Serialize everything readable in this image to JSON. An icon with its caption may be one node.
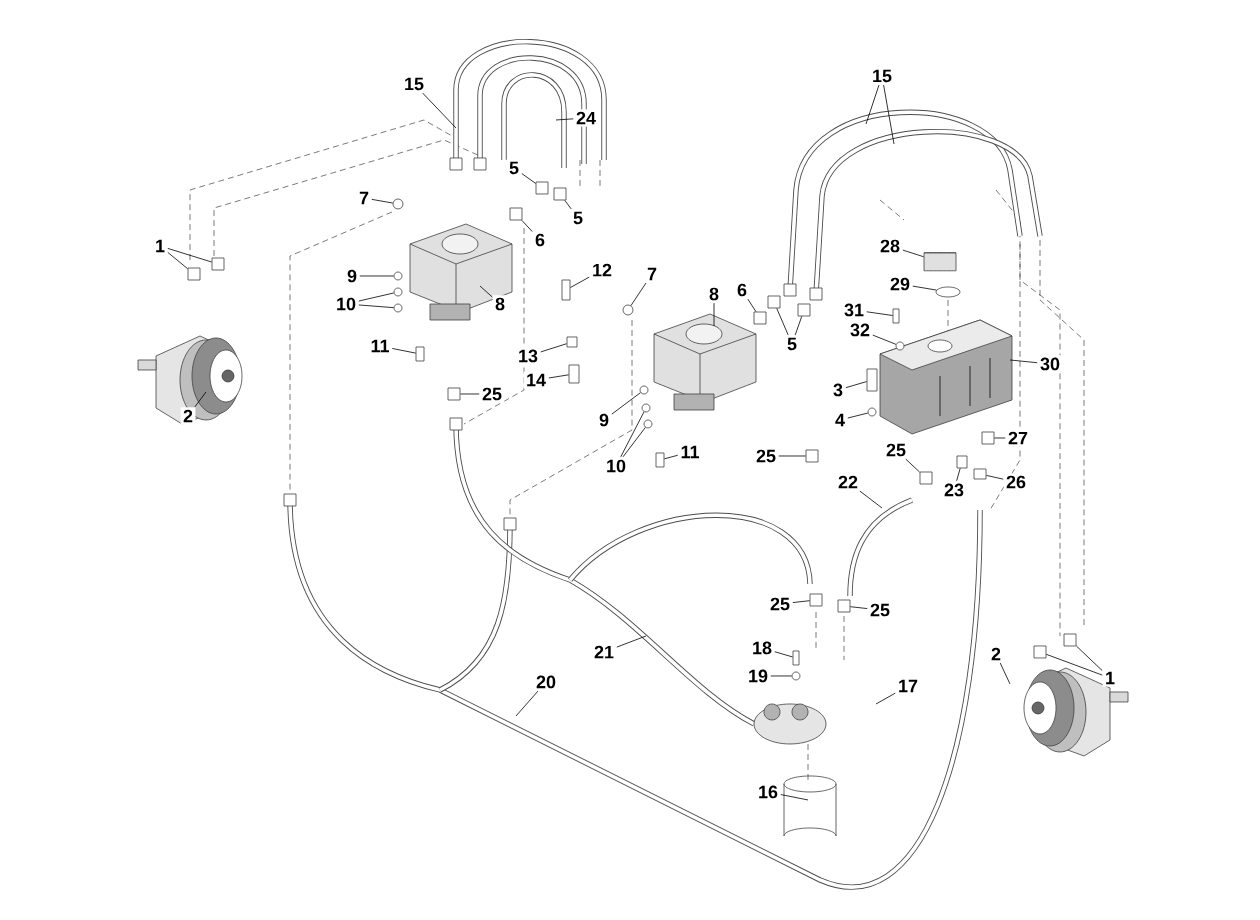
{
  "diagram": {
    "nodes": [
      {
        "text": [
          "15"
        ]
      },
      {
        "text": [
          "24"
        ]
      },
      {
        "text": [
          "15"
        ]
      },
      {
        "text": [
          "5"
        ]
      },
      {
        "text": [
          "5"
        ]
      },
      {
        "text": [
          "7"
        ]
      },
      {
        "text": [
          "6"
        ]
      },
      {
        "text": [
          "12"
        ]
      },
      {
        "text": [
          "7"
        ]
      },
      {
        "text": [
          "8"
        ]
      },
      {
        "text": [
          "6"
        ]
      },
      {
        "text": [
          "28"
        ]
      },
      {
        "text": [
          "29"
        ]
      },
      {
        "text": [
          "1"
        ]
      },
      {
        "text": [
          "9"
        ]
      },
      {
        "text": [
          "10"
        ]
      },
      {
        "text": [
          "8"
        ]
      },
      {
        "text": [
          "5"
        ]
      },
      {
        "text": [
          "31"
        ]
      },
      {
        "text": [
          "32"
        ]
      },
      {
        "text": [
          "11"
        ]
      },
      {
        "text": [
          "30"
        ]
      },
      {
        "text": [
          "13"
        ]
      },
      {
        "text": [
          "14"
        ]
      },
      {
        "text": [
          "2"
        ]
      },
      {
        "text": [
          "3"
        ]
      },
      {
        "text": [
          "25"
        ]
      },
      {
        "text": [
          "9"
        ]
      },
      {
        "text": [
          "4"
        ]
      },
      {
        "text": [
          "10"
        ]
      },
      {
        "text": [
          "11"
        ]
      },
      {
        "text": [
          "25"
        ]
      },
      {
        "text": [
          "25"
        ]
      },
      {
        "text": [
          "27"
        ]
      },
      {
        "text": [
          "22"
        ]
      },
      {
        "text": [
          "23"
        ]
      },
      {
        "text": [
          "26"
        ]
      },
      {
        "text": [
          "25"
        ]
      },
      {
        "text": [
          "25"
        ]
      },
      {
        "text": [
          "21"
        ]
      },
      {
        "text": [
          "18"
        ]
      },
      {
        "text": [
          "2"
        ]
      },
      {
        "text": [
          "1"
        ]
      },
      {
        "text": [
          "19"
        ]
      },
      {
        "text": [
          "17"
        ]
      },
      {
        "text": [
          "20"
        ]
      },
      {
        "text": [
          "16"
        ]
      },
      {
        "text": [],
        "shape": "box"
      },
      {
        "text": [],
        "shape": "box"
      },
      {
        "text": [],
        "shape": "circle"
      },
      {
        "text": [],
        "shape": "box"
      },
      {
        "text": [],
        "shape": "box"
      },
      {
        "text": [],
        "shape": "circle"
      },
      {
        "text": [],
        "shape": "box"
      },
      {
        "text": [],
        "shape": "cylinder"
      },
      {
        "text": [],
        "shape": "circle"
      },
      {
        "text": [],
        "shape": "box"
      },
      {
        "text": [],
        "shape": "box"
      },
      {
        "text": [],
        "shape": "circle"
      },
      {
        "text": [],
        "shape": "circle"
      },
      {
        "text": [],
        "shape": "circle"
      },
      {
        "text": [],
        "shape": "box"
      },
      {
        "text": [],
        "shape": "box"
      },
      {
        "text": [],
        "shape": "box"
      },
      {
        "text": [],
        "shape": "circle"
      },
      {
        "text": [],
        "shape": "box"
      },
      {
        "text": [],
        "shape": "box"
      },
      {
        "text": [],
        "shape": "box"
      },
      {
        "text": [],
        "shape": "box"
      },
      {
        "text": [],
        "shape": "box"
      },
      {
        "text": [],
        "shape": "circle"
      },
      {
        "text": [],
        "shape": "circle"
      },
      {
        "text": [],
        "shape": "circle"
      },
      {
        "text": [],
        "shape": "circle"
      },
      {
        "text": [],
        "shape": "box"
      },
      {
        "text": [],
        "shape": "box"
      },
      {
        "text": [],
        "shape": "box"
      },
      {
        "text": [],
        "shape": "box"
      },
      {
        "text": [],
        "shape": "box"
      },
      {
        "text": [],
        "shape": "box"
      },
      {
        "text": [],
        "shape": "box"
      },
      {
        "text": [],
        "shape": "box"
      },
      {
        "text": [],
        "shape": "box"
      },
      {
        "text": [],
        "shape": "box"
      },
      {
        "text": [],
        "shape": "box"
      },
      {
        "text": [],
        "shape": "circle"
      }
    ],
    "edges": [
      {
        "from": 0,
        "to": null,
        "arrow": "none"
      },
      {
        "from": 1,
        "to": null,
        "arrow": "none"
      },
      {
        "from": 2,
        "to": null,
        "arrow": "none"
      },
      {
        "from": 2,
        "to": null,
        "arrow": "none"
      },
      {
        "from": 3,
        "to": 47,
        "arrow": "none"
      },
      {
        "from": 4,
        "to": 48,
        "arrow": "none"
      },
      {
        "from": 5,
        "to": 49,
        "arrow": "none"
      },
      {
        "from": 6,
        "to": 50,
        "arrow": "none"
      },
      {
        "from": 7,
        "to": 51,
        "arrow": "none"
      },
      {
        "from": 8,
        "to": 52,
        "arrow": "none"
      },
      {
        "from": 9,
        "to": null,
        "arrow": "none"
      },
      {
        "from": 10,
        "to": 53,
        "arrow": "none"
      },
      {
        "from": 11,
        "to": 54,
        "arrow": "none"
      },
      {
        "from": 12,
        "to": 55,
        "arrow": "none"
      },
      {
        "from": 13,
        "to": 56,
        "arrow": "none"
      },
      {
        "from": 13,
        "to": 57,
        "arrow": "none"
      },
      {
        "from": 14,
        "to": 58,
        "arrow": "none"
      },
      {
        "from": 15,
        "to": 59,
        "arrow": "none"
      },
      {
        "from": 15,
        "to": 60,
        "arrow": "none"
      },
      {
        "from": 16,
        "to": null,
        "arrow": "none"
      },
      {
        "from": 17,
        "to": 61,
        "arrow": "none"
      },
      {
        "from": 17,
        "to": 62,
        "arrow": "none"
      },
      {
        "from": 18,
        "to": 63,
        "arrow": "none"
      },
      {
        "from": 19,
        "to": 64,
        "arrow": "none"
      },
      {
        "from": 20,
        "to": 65,
        "arrow": "none"
      },
      {
        "from": 21,
        "to": null,
        "arrow": "none"
      },
      {
        "from": 22,
        "to": 66,
        "arrow": "none"
      },
      {
        "from": 23,
        "to": 67,
        "arrow": "none"
      },
      {
        "from": 24,
        "to": null,
        "arrow": "none"
      },
      {
        "from": 25,
        "to": 68,
        "arrow": "none"
      },
      {
        "from": 26,
        "to": 69,
        "arrow": "none"
      },
      {
        "from": 27,
        "to": 70,
        "arrow": "none"
      },
      {
        "from": 28,
        "to": 71,
        "arrow": "none"
      },
      {
        "from": 29,
        "to": 72,
        "arrow": "none"
      },
      {
        "from": 29,
        "to": 73,
        "arrow": "none"
      },
      {
        "from": 30,
        "to": 74,
        "arrow": "none"
      },
      {
        "from": 31,
        "to": 75,
        "arrow": "none"
      },
      {
        "from": 32,
        "to": 76,
        "arrow": "none"
      },
      {
        "from": 33,
        "to": 77,
        "arrow": "none"
      },
      {
        "from": 34,
        "to": null,
        "arrow": "none"
      },
      {
        "from": 35,
        "to": 78,
        "arrow": "none"
      },
      {
        "from": 36,
        "to": 79,
        "arrow": "none"
      },
      {
        "from": 37,
        "to": 80,
        "arrow": "none"
      },
      {
        "from": 38,
        "to": 81,
        "arrow": "none"
      },
      {
        "from": 39,
        "to": null,
        "arrow": "none"
      },
      {
        "from": 40,
        "to": 82,
        "arrow": "none"
      },
      {
        "from": 41,
        "to": null,
        "arrow": "none"
      },
      {
        "from": 42,
        "to": 83,
        "arrow": "none"
      },
      {
        "from": 42,
        "to": 84,
        "arrow": "none"
      },
      {
        "from": 43,
        "to": 85,
        "arrow": "none"
      },
      {
        "from": 44,
        "to": null,
        "arrow": "none"
      },
      {
        "from": 45,
        "to": null,
        "arrow": "none"
      },
      {
        "from": 46,
        "to": null,
        "arrow": "none"
      }
    ]
  }
}
